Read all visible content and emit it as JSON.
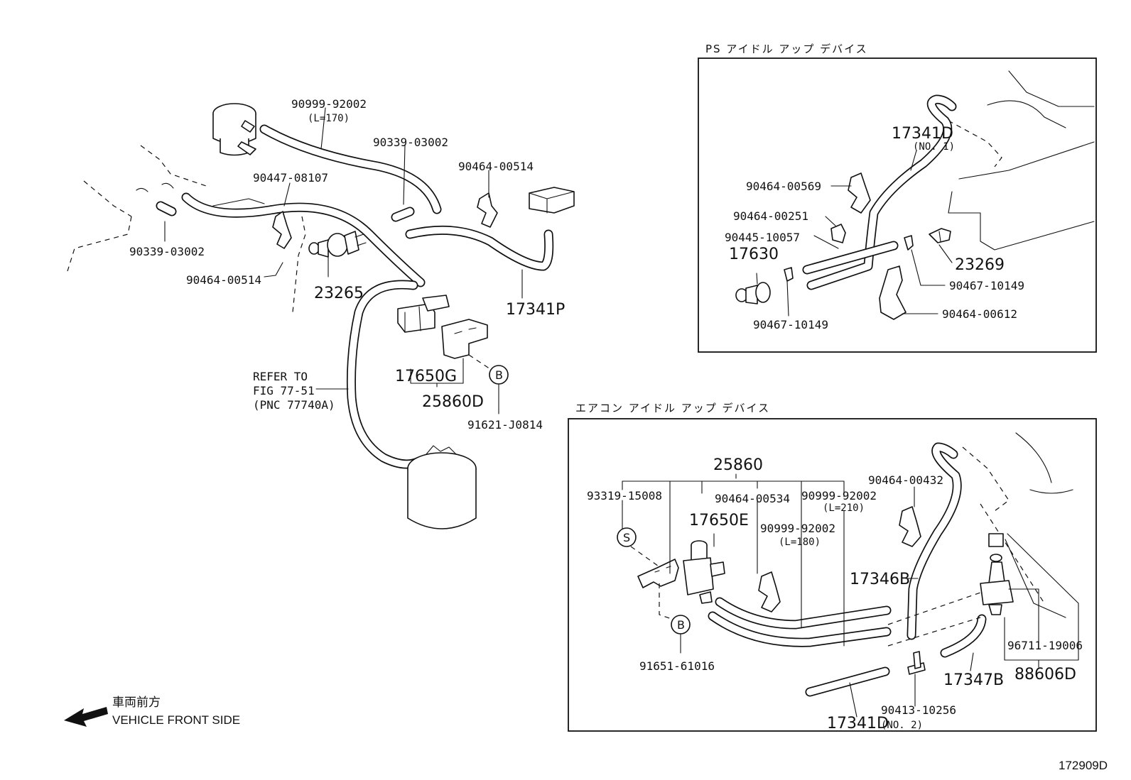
{
  "labels": {
    "p90999_92002_a": "90999-92002",
    "p90999_92002_a_len": "(L=170)",
    "p90339_03002_a": "90339-03002",
    "p90464_00514_a": "90464-00514",
    "p90447_08107": "90447-08107",
    "p90339_03002_b": "90339-03002",
    "p90464_00514_b": "90464-00514",
    "p23265": "23265",
    "p17341P": "17341P",
    "p17650G": "17650G",
    "p25860D": "25860D",
    "p91621_J0814": "91621-J0814",
    "refer_1": "REFER TO",
    "refer_2": "FIG 77-51",
    "refer_3": "(PNC 77740A)",
    "circle_b1": "B",
    "ps_title": "PS アイドル アップ デバイス",
    "p17341D_1": "17341D",
    "p17341D_1_sub": "(NO. 1)",
    "p90464_00569": "90464-00569",
    "p90464_00251": "90464-00251",
    "p90445_10057": "90445-10057",
    "p17630": "17630",
    "p23269": "23269",
    "p90467_10149_a": "90467-10149",
    "p90464_00612": "90464-00612",
    "p90467_10149_b": "90467-10149",
    "ac_title": "エアコン アイドル アップ デバイス",
    "p25860": "25860",
    "p93319_15008": "93319-15008",
    "p90464_00534": "90464-00534",
    "p90999_92002_b": "90999-92002",
    "p90999_92002_b_len": "(L=210)",
    "p90464_00432": "90464-00432",
    "p17650E": "17650E",
    "p90999_92002_c": "90999-92002",
    "p90999_92002_c_len": "(L=180)",
    "circle_s": "S",
    "p17346B": "17346B",
    "circle_b2": "B",
    "p96711_19006": "96711-19006",
    "p88606D": "88606D",
    "p91651_61016": "91651-61016",
    "p17347B": "17347B",
    "p90413_10256": "90413-10256",
    "p17341D_2": "17341D",
    "p17341D_2_sub": "(NO. 2)",
    "front_jp": "車両前方",
    "front_en": "VEHICLE FRONT SIDE",
    "figure_id": "172909D"
  }
}
